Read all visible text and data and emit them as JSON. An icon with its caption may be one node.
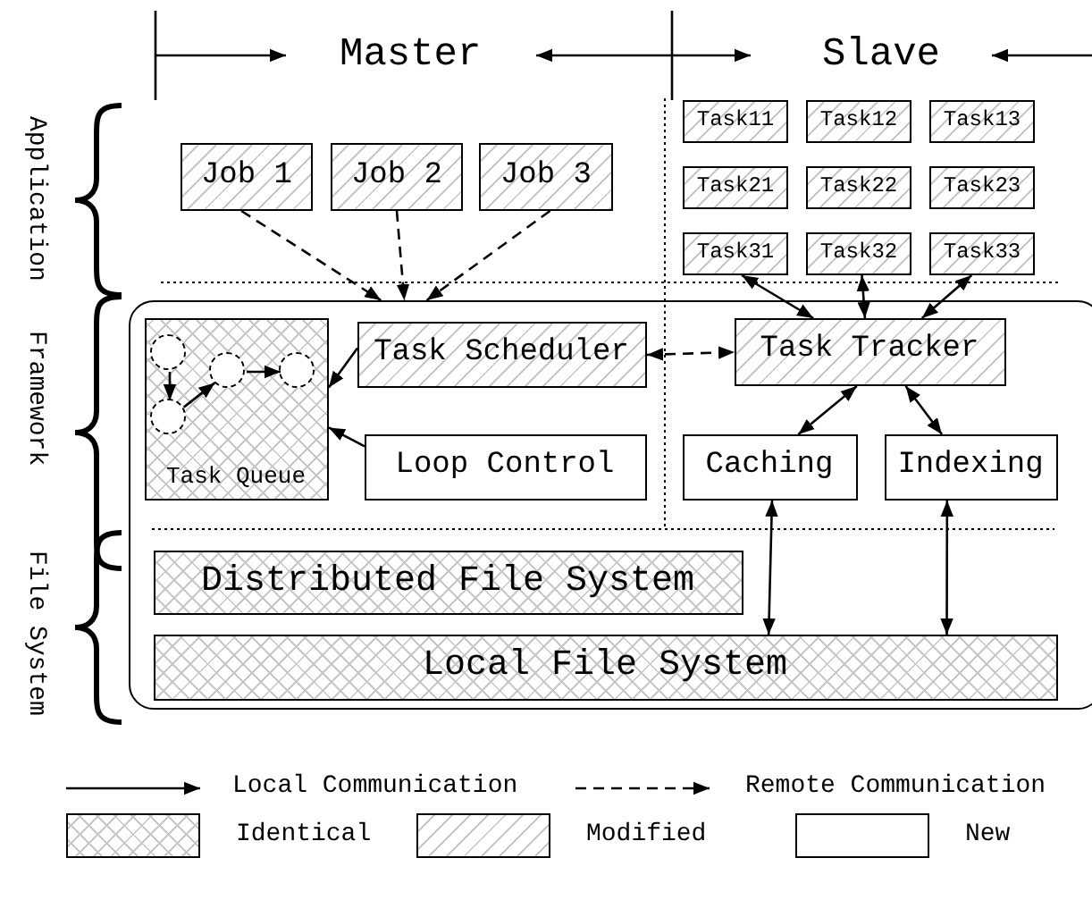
{
  "diagram": {
    "nodes": [
      {
        "text": [
          "Job 1"
        ]
      },
      {
        "text": [
          "Job 2"
        ]
      },
      {
        "text": [
          "Job 3"
        ]
      },
      {
        "text": [
          "Task11"
        ]
      },
      {
        "text": [
          "Task12"
        ]
      },
      {
        "text": [
          "Task13"
        ]
      },
      {
        "text": [
          "Task21"
        ]
      },
      {
        "text": [
          "Task22"
        ]
      },
      {
        "text": [
          "Task23"
        ]
      },
      {
        "text": [
          "Task31"
        ]
      },
      {
        "text": [
          "Task32"
        ]
      },
      {
        "text": [
          "Task33"
        ]
      },
      {
        "text": [],
        "shape": "box"
      },
      {
        "text": [
          "Task Queue"
        ],
        "in": 12
      },
      {
        "text": [],
        "shape": "circle",
        "in": 13
      },
      {
        "text": [],
        "shape": "circle",
        "in": 13
      },
      {
        "text": [],
        "shape": "circle",
        "in": 13
      },
      {
        "text": [],
        "shape": "circle",
        "in": 13
      },
      {
        "text": [
          "Task Scheduler"
        ],
        "in": 12
      },
      {
        "text": [
          "Loop Control"
        ],
        "in": 12
      },
      {
        "text": [
          "Task Tracker"
        ],
        "in": 12
      },
      {
        "text": [
          "Caching"
        ],
        "in": 12
      },
      {
        "text": [
          "Indexing"
        ],
        "in": 12
      },
      {
        "text": [
          "Distributed File System"
        ],
        "in": 12
      },
      {
        "text": [
          "Local File System"
        ],
        "in": 12
      }
    ],
    "edges": [
      {
        "from": 0,
        "to": 12,
        "arrow": "to",
        "style": "dashed"
      },
      {
        "from": 1,
        "to": 12,
        "arrow": "to",
        "style": "dashed"
      },
      {
        "from": 2,
        "to": 12,
        "arrow": "to",
        "style": "dashed"
      },
      {
        "from": 18,
        "to": 20,
        "arrow": "both",
        "style": "dashed"
      },
      {
        "from": 9,
        "to": 20,
        "arrow": "both"
      },
      {
        "from": 10,
        "to": 20,
        "arrow": "both"
      },
      {
        "from": 11,
        "to": 20,
        "arrow": "both"
      },
      {
        "from": 18,
        "to": 13,
        "arrow": "to"
      },
      {
        "from": 19,
        "to": 13,
        "arrow": "to"
      },
      {
        "from": 14,
        "to": 15,
        "arrow": "to"
      },
      {
        "from": 15,
        "to": 16,
        "arrow": "to"
      },
      {
        "from": 16,
        "to": 17,
        "arrow": "to"
      },
      {
        "from": 20,
        "to": 21,
        "arrow": "both"
      },
      {
        "from": 20,
        "to": 22,
        "arrow": "both"
      },
      {
        "from": 21,
        "to": 24,
        "arrow": "both"
      },
      {
        "from": 22,
        "to": 24,
        "arrow": "both"
      }
    ],
    "labels": [
      "Master",
      "Slave",
      "Application",
      "Framework",
      "File System"
    ],
    "legend": [
      {
        "text": "Local Communication"
      },
      {
        "text": "Remote Communication"
      },
      {
        "text": "Identical"
      },
      {
        "text": "Modified"
      },
      {
        "text": "New"
      }
    ]
  }
}
